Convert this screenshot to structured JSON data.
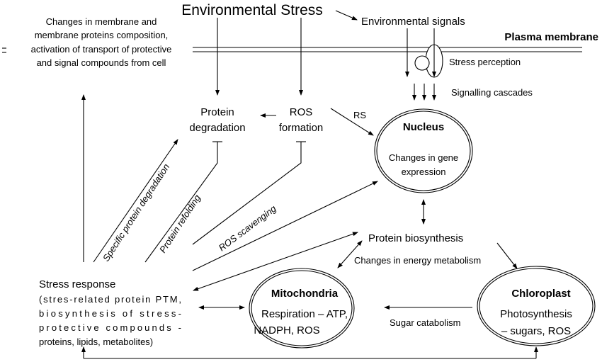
{
  "title": "Environmental Stress",
  "env_signals": "Environmental signals",
  "plasma_membrane": "Plasma membrane",
  "stress_perception": "Stress perception",
  "signalling_cascades": "Signalling cascades",
  "membrane_changes": [
    "Changes in membrane and",
    "membrane proteins composition,",
    "activation of transport of protective",
    "and signal compounds from cell"
  ],
  "protein_degradation": [
    "Protein",
    "degradation"
  ],
  "ros_formation": [
    "ROS",
    "formation"
  ],
  "rs": "RS",
  "nucleus": {
    "title": "Nucleus",
    "lines": [
      "Changes in gene",
      "expression"
    ]
  },
  "specific_protein_degradation": "Specific protein degradation",
  "protein_refolding": "Protein refolding",
  "ros_scavenging": "ROS scavenging",
  "protein_biosynthesis": "Protein biosynthesis",
  "energy_metabolism": "Changes in energy metabolism",
  "stress_response": {
    "title": "Stress response",
    "lines": [
      "(stres-related protein PTM,",
      "biosynthesis of stress-",
      "protective compounds -",
      "proteins, lipids, metabolites)"
    ]
  },
  "mitochondria": {
    "title": "Mitochondria",
    "lines": [
      "Respiration – ATP,",
      "NADPH, ROS"
    ]
  },
  "chloroplast": {
    "title": "Chloroplast",
    "lines": [
      "Photosynthesis",
      "– sugars, ROS"
    ]
  },
  "sugar_catabolism": "Sugar catabolism"
}
